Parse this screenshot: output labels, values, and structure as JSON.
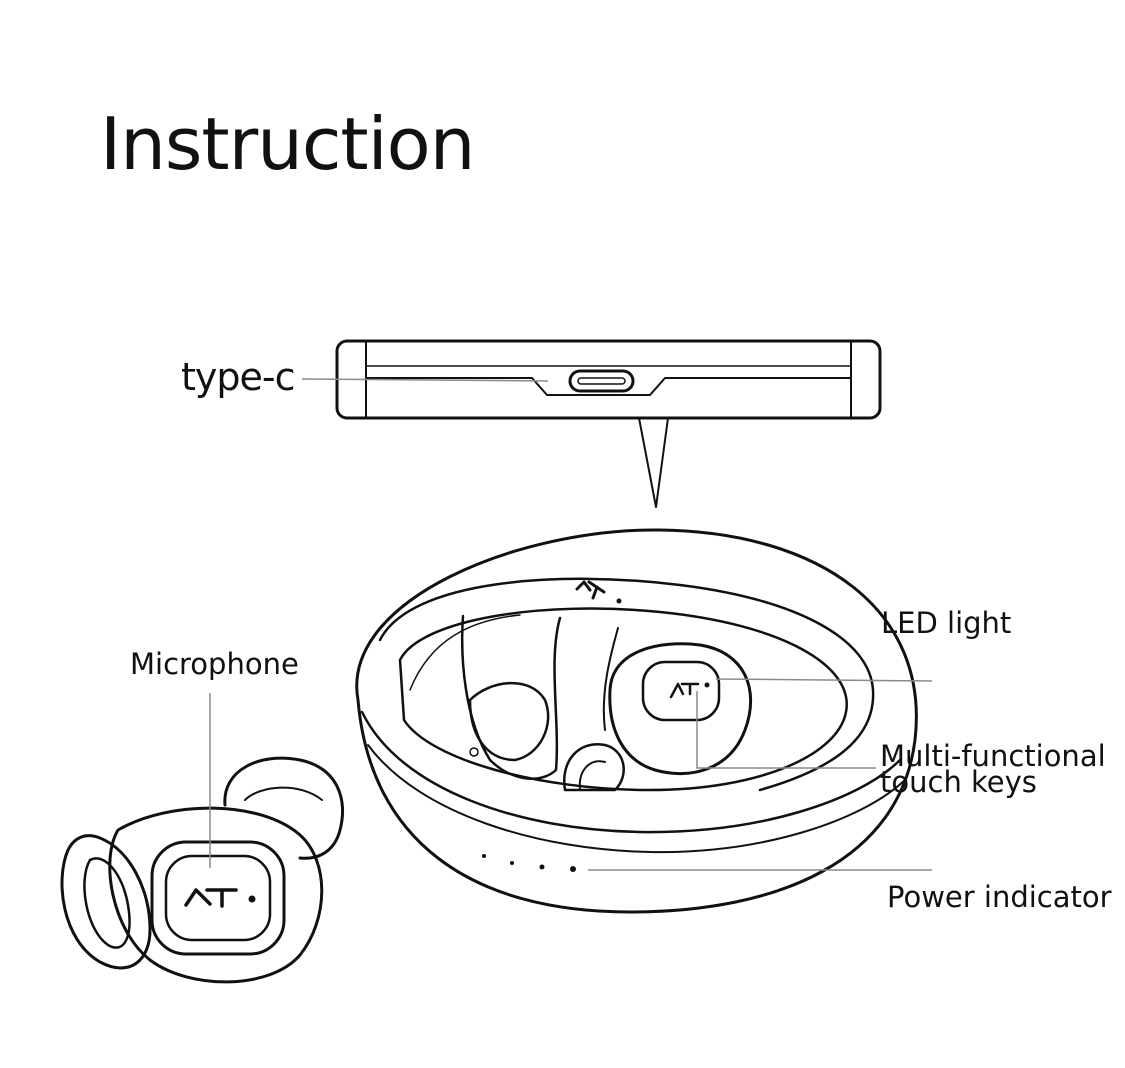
{
  "title": "Instruction",
  "labels": {
    "type_c": "type-c",
    "microphone": "Microphone",
    "led_light": "LED light",
    "touch_keys_line1": "Multi-functional",
    "touch_keys_line2": "touch keys",
    "power_indicator": "Power indicator"
  },
  "colors": {
    "ink": "#111111",
    "leader": "#8a8a8a",
    "background": "#ffffff"
  }
}
